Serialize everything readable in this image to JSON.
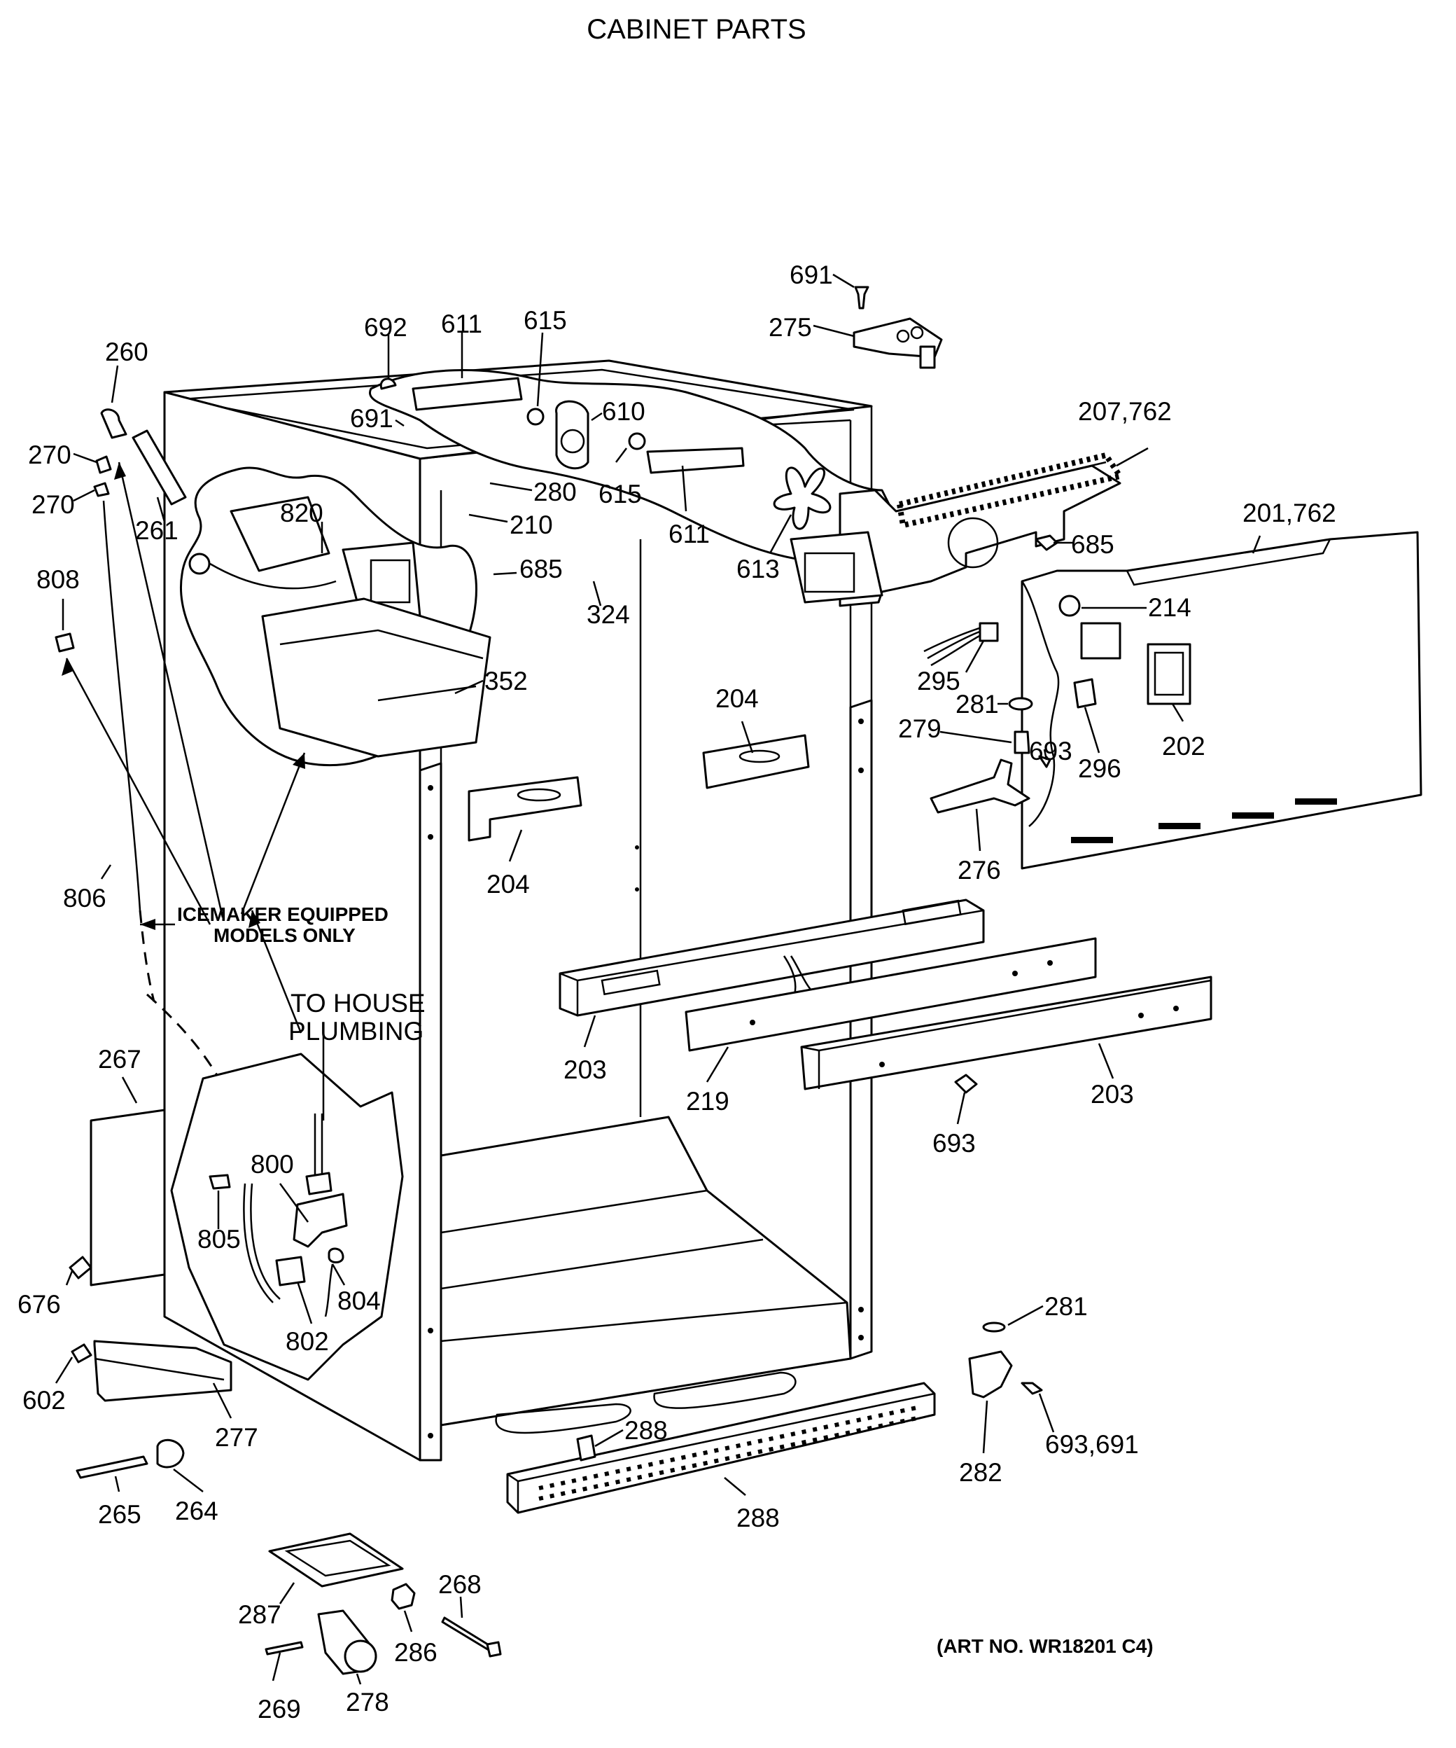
{
  "title": "CABINET PARTS",
  "art_number": "(ART NO. WR18201 C4)",
  "notes": {
    "icemaker_line1": "ICEMAKER EQUIPPED",
    "icemaker_line2": "MODELS ONLY",
    "house_line1": "TO HOUSE",
    "house_line2": "PLUMBING"
  },
  "callouts": [
    "691",
    "275",
    "692",
    "611",
    "615",
    "610",
    "691",
    "615",
    "280",
    "210",
    "611",
    "613",
    "207,762",
    "685",
    "201,762",
    "260",
    "270",
    "270",
    "261",
    "820",
    "685",
    "324",
    "214",
    "808",
    "352",
    "295",
    "281",
    "202",
    "279",
    "693",
    "296",
    "204",
    "204",
    "276",
    "806",
    "203",
    "219",
    "203",
    "693",
    "267",
    "800",
    "805",
    "804",
    "676",
    "802",
    "281",
    "602",
    "277",
    "288",
    "282",
    "693,691",
    "265",
    "264",
    "288",
    "287",
    "268",
    "286",
    "269",
    "278"
  ]
}
